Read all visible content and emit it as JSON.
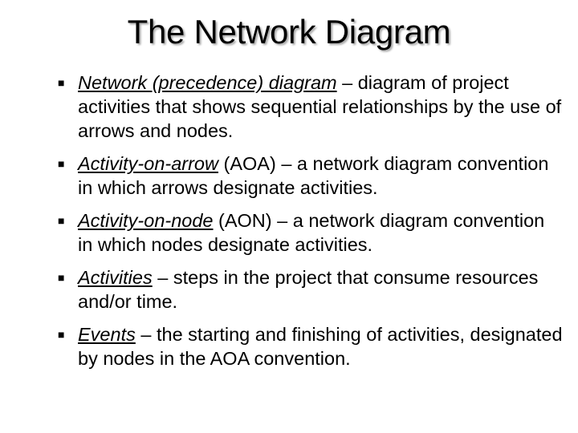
{
  "slide": {
    "title": "The Network Diagram",
    "bullets": [
      {
        "term": "Network (precedence) diagram",
        "text": " – diagram of project activities that shows sequential relationships by the use of arrows and nodes."
      },
      {
        "term": "Activity-on-arrow",
        "text": " (AOA) – a network diagram convention in which arrows designate activities."
      },
      {
        "term": "Activity-on-node",
        "text": " (AON) – a network diagram convention in which nodes designate activities."
      },
      {
        "term": "Activities",
        "text": " – steps in the project that consume resources and/or time."
      },
      {
        "term": "Events",
        "text": " – the starting and finishing of activities, designated by nodes in the AOA convention."
      }
    ]
  },
  "icons": {
    "bullet_marker": "black-square-bullet"
  }
}
